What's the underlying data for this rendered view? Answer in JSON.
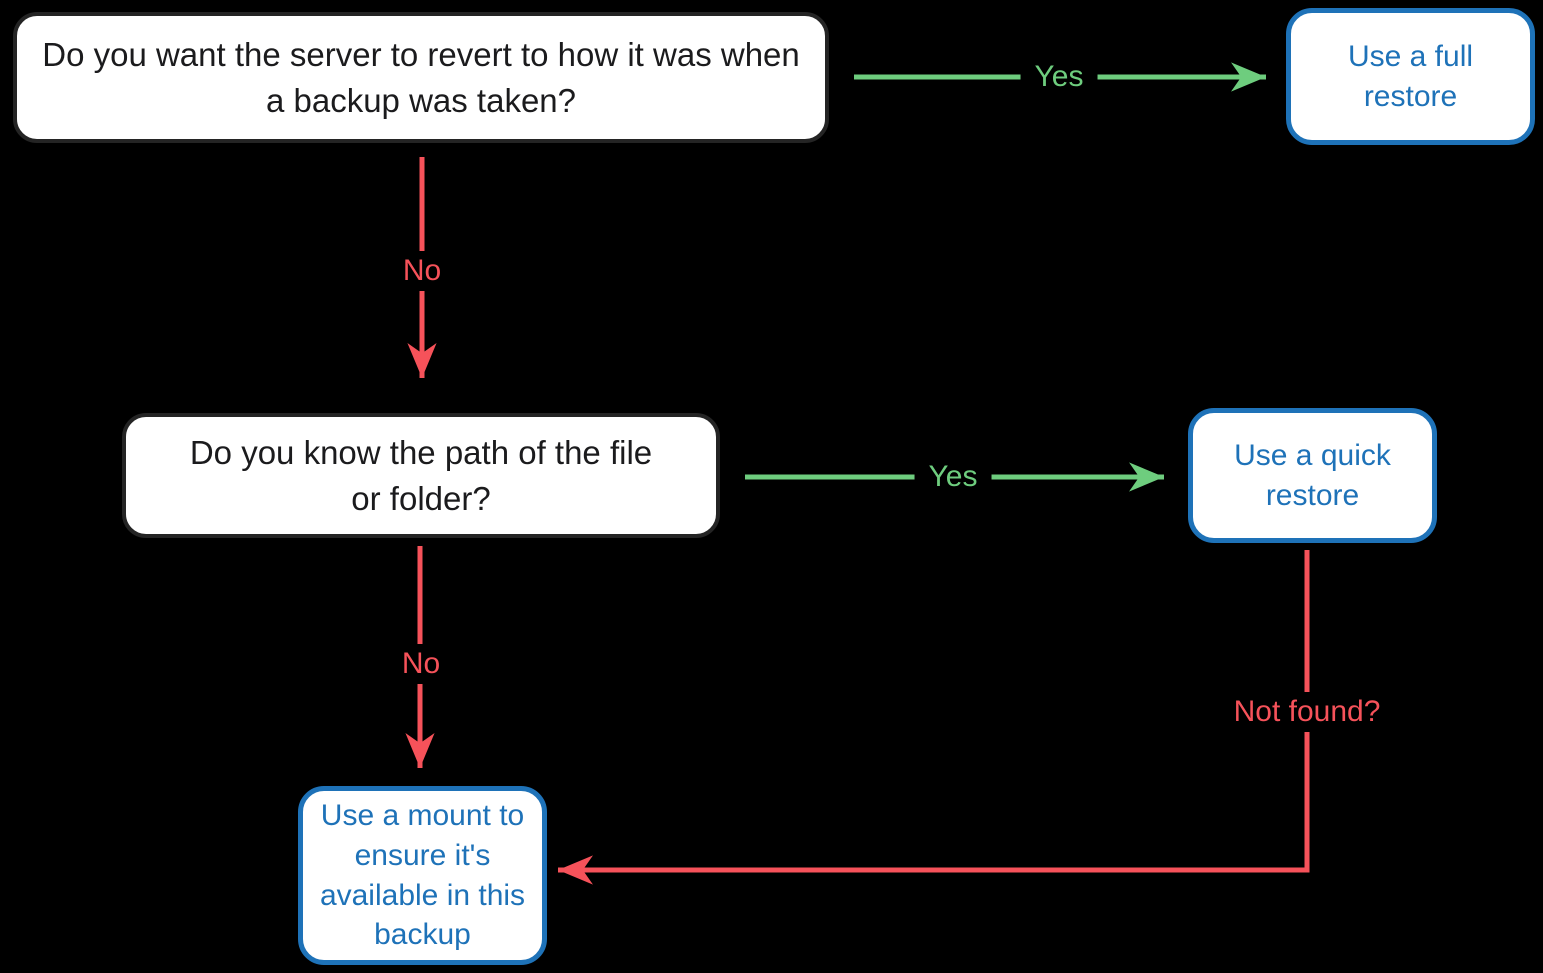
{
  "diagram": {
    "background_color": "#000000",
    "colors": {
      "yes_green": "#6ECD7E",
      "no_red": "#F6525A",
      "action_blue": "#1E72B8",
      "decision_border": "#242424",
      "decision_text": "#1B1B1D",
      "node_fill": "#FFFFFF"
    },
    "nodes": {
      "decision_revert": {
        "type": "decision",
        "label": "Do you want the server to revert to how it was when a backup was taken?"
      },
      "action_full_restore": {
        "type": "action",
        "label": "Use a full restore"
      },
      "decision_path_known": {
        "type": "decision",
        "label": "Do you know the path of the file or folder?"
      },
      "action_quick_restore": {
        "type": "action",
        "label": "Use a quick restore"
      },
      "action_mount": {
        "type": "action",
        "label": "Use a mount to ensure it's available in this backup"
      }
    },
    "edges": {
      "revert_yes": {
        "label": "Yes",
        "from": "decision_revert",
        "to": "action_full_restore"
      },
      "revert_no": {
        "label": "No",
        "from": "decision_revert",
        "to": "decision_path_known"
      },
      "path_yes": {
        "label": "Yes",
        "from": "decision_path_known",
        "to": "action_quick_restore"
      },
      "path_no": {
        "label": "No",
        "from": "decision_path_known",
        "to": "action_mount"
      },
      "quick_not_found": {
        "label": "Not found?",
        "from": "action_quick_restore",
        "to": "action_mount"
      }
    }
  }
}
